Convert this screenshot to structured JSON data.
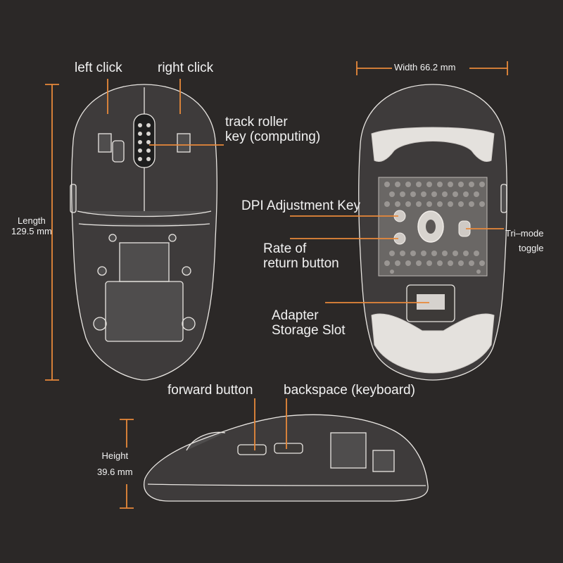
{
  "colors": {
    "background": "#2b2827",
    "accent": "#e8893a",
    "text": "#f2f2f2",
    "body": "#ebe8e4"
  },
  "labels": {
    "left_click": "left click",
    "right_click": "right click",
    "track_roller_line1": "track roller",
    "track_roller_line2": "key (computing)",
    "width": "Width 66.2 mm",
    "length_line1": "Length",
    "length_line2": "129.5 mm",
    "dpi_key": "DPI Adjustment Key",
    "rate_line1": "Rate of",
    "rate_line2": "return button",
    "tri_line1": "Tri–mode",
    "tri_line2": "toggle",
    "adapter_line1": "Adapter",
    "adapter_line2": "Storage Slot",
    "forward_button": "forward button",
    "backspace": "backspace (keyboard)",
    "height_line1": "Height",
    "height_line2": "39.6 mm"
  }
}
